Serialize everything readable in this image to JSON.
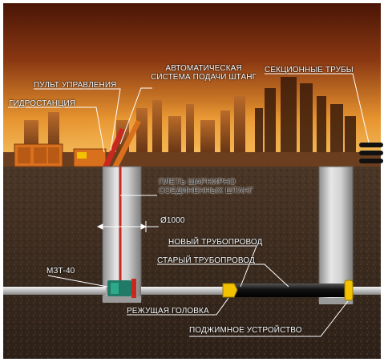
{
  "labels": {
    "hydro_station": "ГИДРОСТАНЦИЯ",
    "control_panel": "ПУЛЬТ УПРАВЛЕНИЯ",
    "auto_feed_line1": "АВТОМАТИЧЕСКАЯ",
    "auto_feed_line2": "СИСТЕМА ПОДАЧИ ШТАНГ",
    "section_pipes": "СЕКЦИОННЫЕ ТРУБЫ",
    "rod_string_line1": "ПЛЕТЬ ШАРНИРНО",
    "rod_string_line2": "СОЕДИНЕННЫХ ШТАНГ",
    "diameter": "Ø1000",
    "new_pipeline": "НОВЫЙ ТРУБОПРОВОД",
    "old_pipeline": "СТАРЫЙ ТРУБОПРОВОД",
    "machine": "МЗТ-40",
    "cutting_head": "РЕЖУЩАЯ ГОЛОВКА",
    "clamp_device": "ПОДЖИМНОЕ УСТРОЙСТВО"
  },
  "colors": {
    "sky_top": "#5a1d08",
    "sky_glow": "#f3b24a",
    "soil": "#3b2b1f",
    "pipe_new": "#111111",
    "pipe_old": "#d9d9d9",
    "shaft": "#cfcfcf",
    "accent_yellow": "#f2c200",
    "accent_red": "#c8281e",
    "equipment_orange": "#d9701e"
  }
}
